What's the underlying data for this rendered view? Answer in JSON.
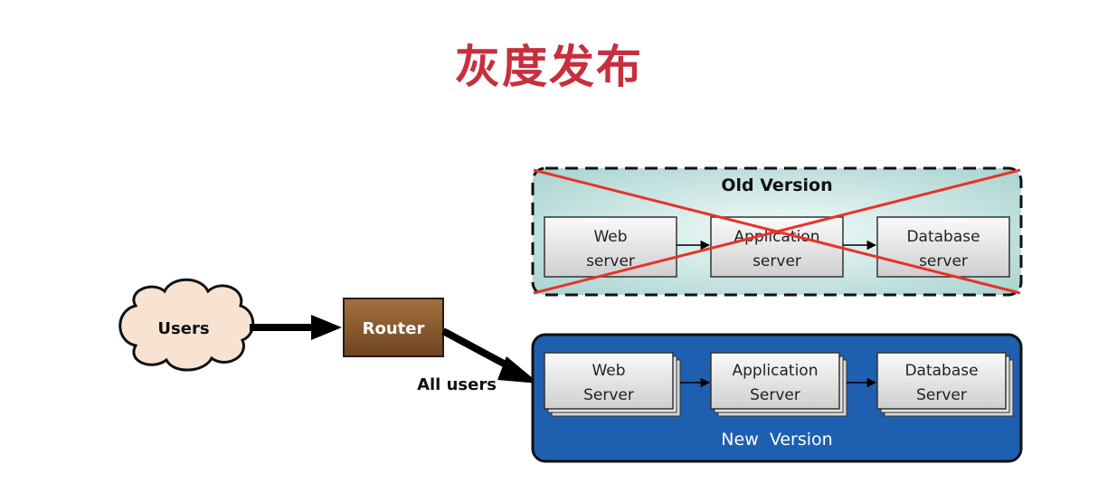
{
  "title": "灰度发布",
  "users": {
    "label": "Users"
  },
  "router": {
    "label": "Router"
  },
  "edge_label": "All users",
  "old_version": {
    "label": "Old Version",
    "servers": [
      {
        "line1": "Web",
        "line2": "server"
      },
      {
        "line1": "Application",
        "line2": "server"
      },
      {
        "line1": "Database",
        "line2": "server"
      }
    ]
  },
  "new_version": {
    "label": "New  Version",
    "servers": [
      {
        "line1": "Web",
        "line2": "Server"
      },
      {
        "line1": "Application",
        "line2": "Server"
      },
      {
        "line1": "Database",
        "line2": "Server"
      }
    ]
  },
  "colors": {
    "title": "#c62f3e",
    "new_version_fill": "#1e5fb0",
    "old_version_fill": "#c9e6e3",
    "cross": "#e8332a",
    "router_fill": "#8a5a2e",
    "cloud_fill": "#f8e3d2"
  }
}
